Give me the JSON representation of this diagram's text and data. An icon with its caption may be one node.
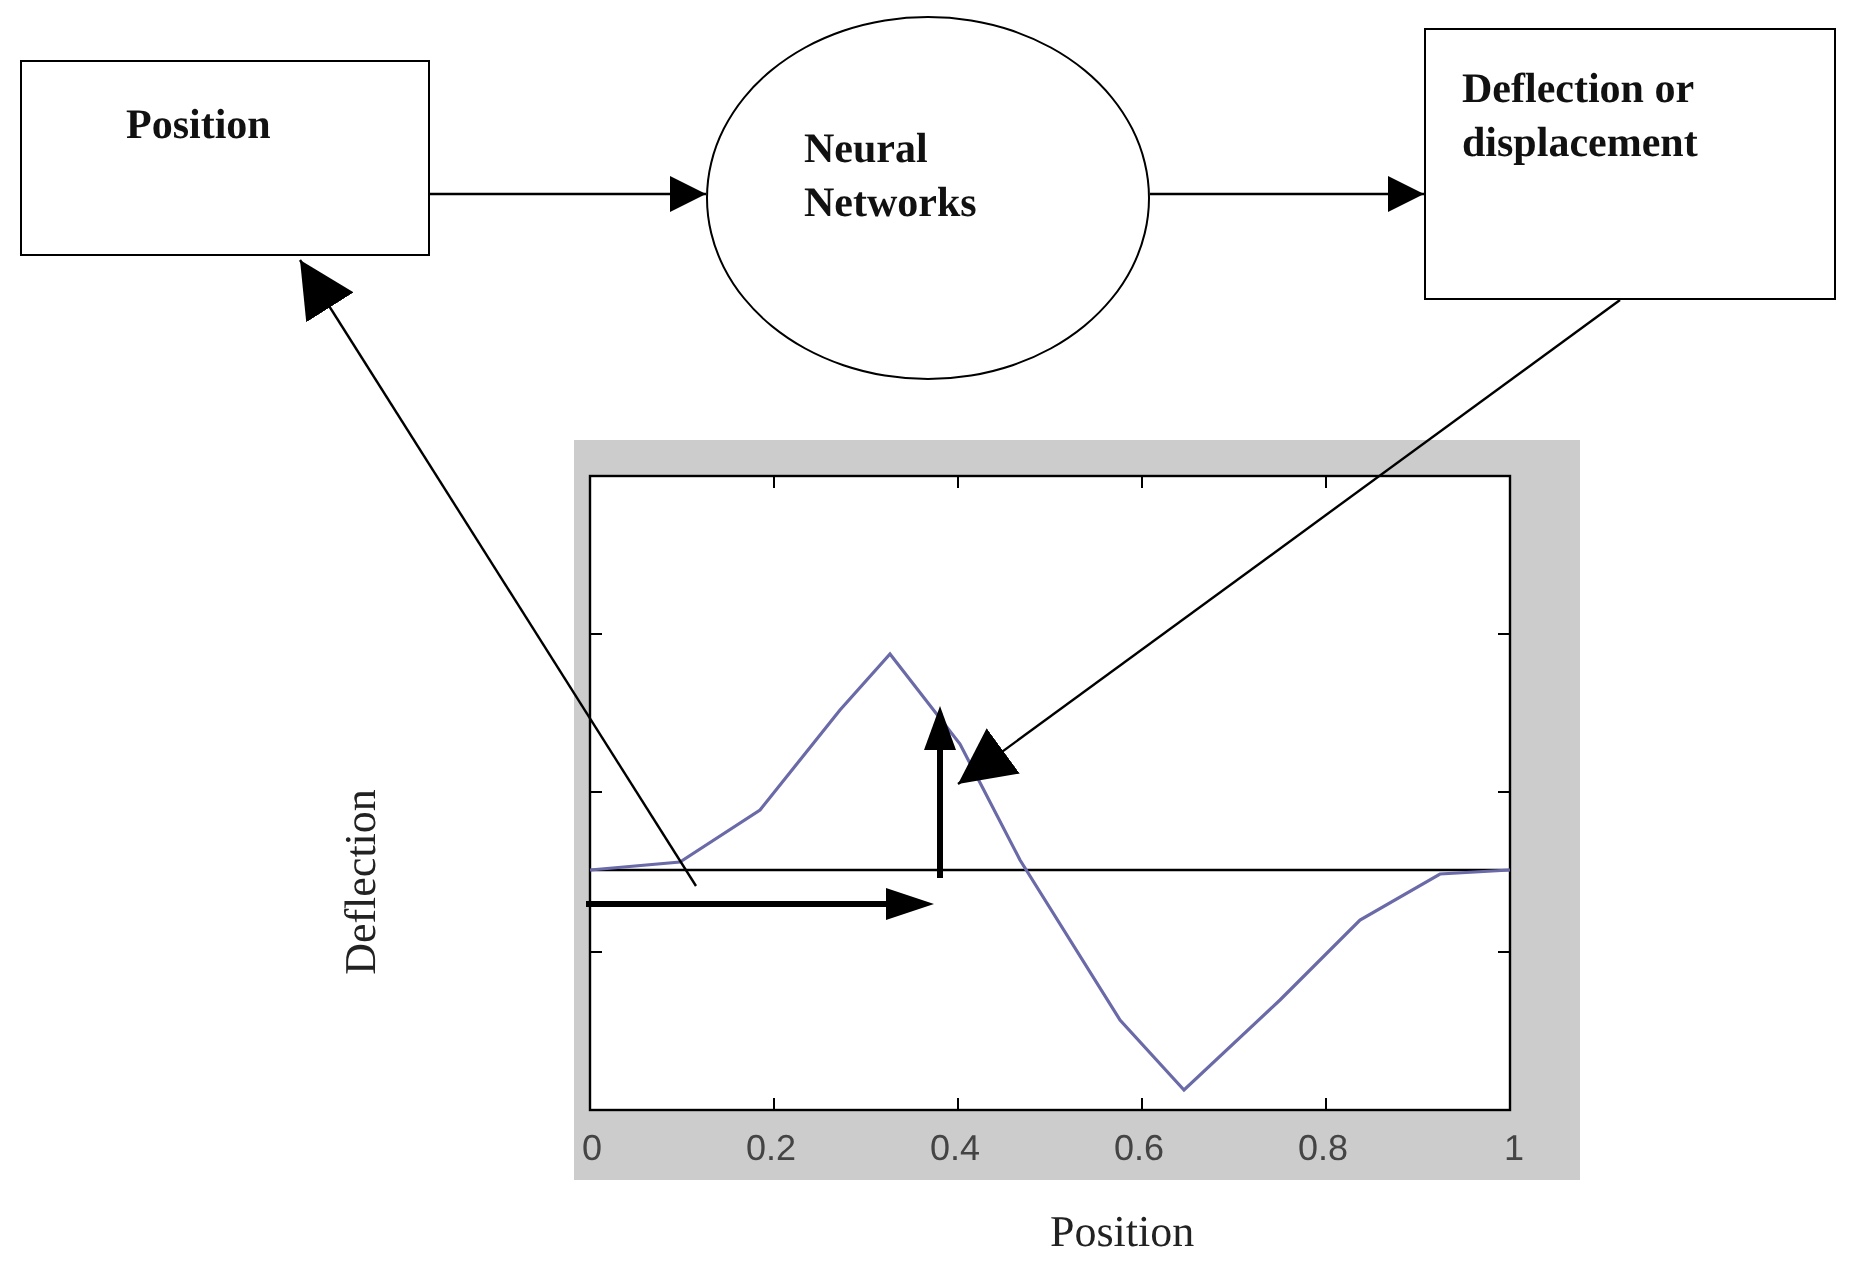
{
  "diagram": {
    "nodes": [
      {
        "text": [
          "Position"
        ]
      },
      {
        "text": [
          "Neural Networks"
        ]
      },
      {
        "text": [
          "Deflection or displacement"
        ]
      },
      {
        "text": [],
        "shape": "arrow"
      },
      {
        "text": [],
        "shape": "arrow"
      }
    ],
    "edges": [
      {
        "from": 0,
        "to": 1,
        "arrow": "to"
      },
      {
        "from": 1,
        "to": 2,
        "arrow": "to"
      },
      {
        "from": 3,
        "to": 0,
        "arrow": "to"
      },
      {
        "from": 2,
        "to": 4,
        "arrow": "to"
      }
    ],
    "labels": [
      "0",
      "0.2",
      "0.4",
      "0.6",
      "0.8",
      "1",
      "Deflection",
      "Position"
    ]
  }
}
